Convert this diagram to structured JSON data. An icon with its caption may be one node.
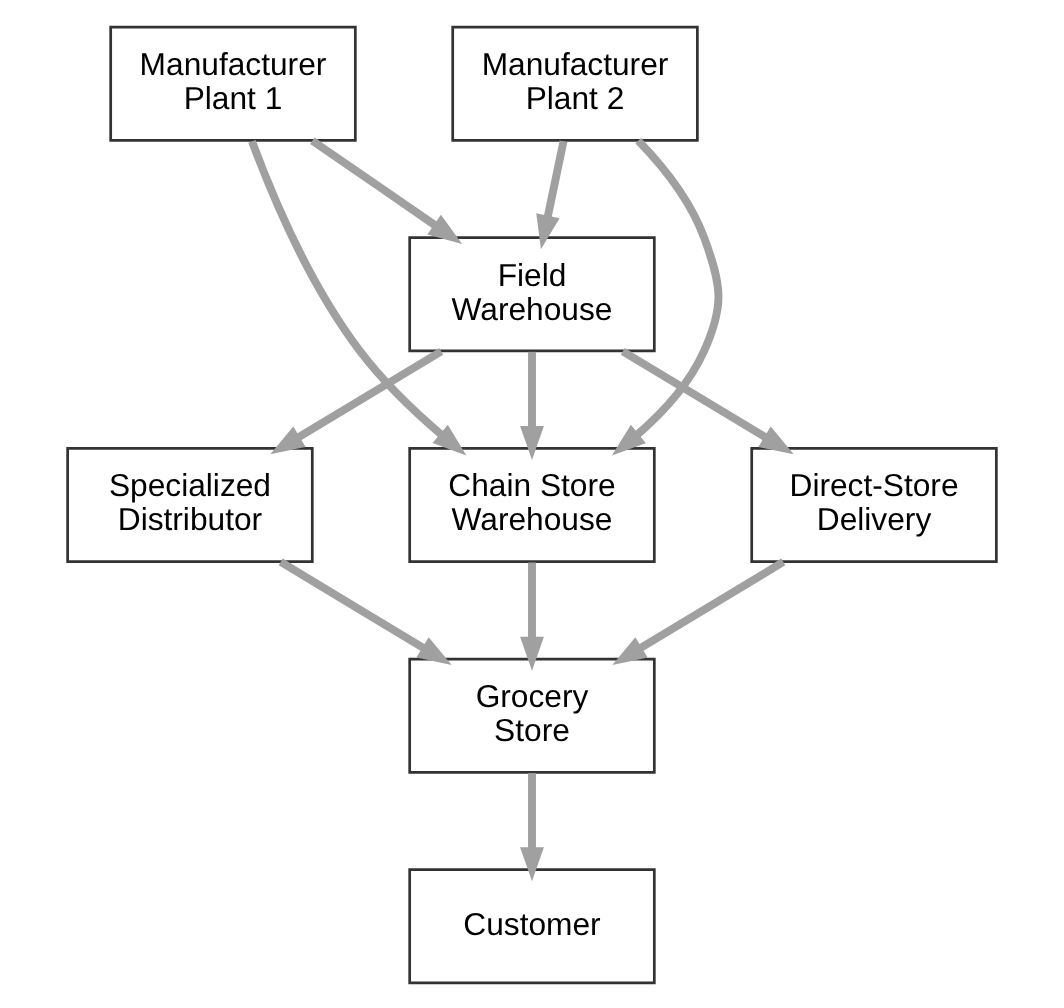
{
  "diagram": {
    "nodes": [
      {
        "text": [
          "Manufacturer Plant 1"
        ]
      },
      {
        "text": [
          "Manufacturer Plant 2"
        ]
      },
      {
        "text": [
          "Field Warehouse"
        ]
      },
      {
        "text": [
          "Specialized Distributor"
        ]
      },
      {
        "text": [
          "Chain Store Warehouse"
        ]
      },
      {
        "text": [
          "Direct-Store Delivery"
        ]
      },
      {
        "text": [
          "Grocery Store"
        ]
      },
      {
        "text": [
          "Customer"
        ]
      }
    ],
    "edges": [
      {
        "from": 0,
        "to": 2,
        "arrow": "to"
      },
      {
        "from": 1,
        "to": 2,
        "arrow": "to"
      },
      {
        "from": 0,
        "to": 4,
        "arrow": "to"
      },
      {
        "from": 1,
        "to": 4,
        "arrow": "to"
      },
      {
        "from": 2,
        "to": 3,
        "arrow": "to"
      },
      {
        "from": 2,
        "to": 4,
        "arrow": "to"
      },
      {
        "from": 2,
        "to": 5,
        "arrow": "to"
      },
      {
        "from": 3,
        "to": 6,
        "arrow": "to"
      },
      {
        "from": 4,
        "to": 6,
        "arrow": "to"
      },
      {
        "from": 5,
        "to": 6,
        "arrow": "to"
      },
      {
        "from": 6,
        "to": 7,
        "arrow": "to"
      }
    ]
  }
}
